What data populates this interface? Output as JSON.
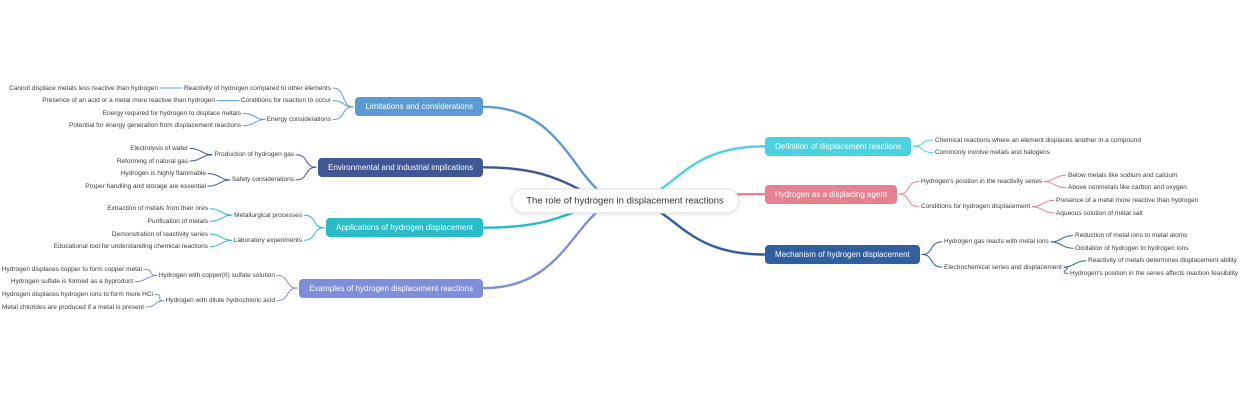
{
  "root": {
    "label": "The role of hydrogen in displacement reactions"
  },
  "canvas": {
    "background": "#ffffff",
    "central_fill": "#ffffff",
    "central_border": "#e2e2e6",
    "text_color": "#3c3c3c"
  },
  "branches": [
    {
      "id": "limitations",
      "side": "left",
      "label": "Limitations and considerations",
      "color": "#5b9bd5",
      "children": [
        {
          "label": "Reactivity of hydrogen compared to other elements",
          "leaves": [
            "Cannot displace metals less reactive than hydrogen"
          ]
        },
        {
          "label": "Conditions for reaction to occur",
          "leaves": [
            "Presence of an acid or a metal more reactive than hydrogen"
          ]
        },
        {
          "label": "Energy considerations",
          "leaves": [
            "Energy required for hydrogen to displace metals",
            "Potential for energy generation from displacement reactions"
          ]
        }
      ]
    },
    {
      "id": "environmental",
      "side": "left",
      "label": "Environmental and industrial implications",
      "color": "#3f5793",
      "children": [
        {
          "label": "Production of hydrogen gas",
          "leaves": [
            "Electrolysis of water",
            "Reforming of natural gas"
          ]
        },
        {
          "label": "Safety considerations",
          "leaves": [
            "Hydrogen is highly flammable",
            "Proper handling and storage are essential"
          ]
        }
      ]
    },
    {
      "id": "applications",
      "side": "left",
      "label": "Applications of hydrogen displacement",
      "color": "#29bcc8",
      "children": [
        {
          "label": "Metallurgical processes",
          "leaves": [
            "Extraction of metals from their ores",
            "Purification of metals"
          ]
        },
        {
          "label": "Laboratory experiments",
          "leaves": [
            "Demonstration of reactivity series",
            "Educational tool for understanding chemical reactions"
          ]
        }
      ]
    },
    {
      "id": "examples",
      "side": "left",
      "label": "Examples of hydrogen displacement reactions",
      "color": "#7e8ed9",
      "children": [
        {
          "label": "Hydrogen with copper(II) sulfate solution",
          "leaves": [
            "Hydrogen displaces copper to form copper metal",
            "Hydrogen sulfate is formed as a byproduct"
          ]
        },
        {
          "label": "Hydrogen with dilute hydrochloric acid",
          "leaves": [
            "Hydrogen displaces hydrogen ions to form more HCl",
            "Metal chlorides are produced if a metal is present"
          ]
        }
      ]
    },
    {
      "id": "definition",
      "side": "right",
      "label": "Definition of displacement reactions",
      "color": "#4ad2e2",
      "children": [
        {
          "label": "Chemical reactions where an element displaces another in a compound",
          "leaves": []
        },
        {
          "label": "Commonly involve metals and halogens",
          "leaves": []
        }
      ]
    },
    {
      "id": "displacing-agent",
      "side": "right",
      "label": "Hydrogen as a displacing agent",
      "color": "#e8808f",
      "children": [
        {
          "label": "Hydrogen's position in the reactivity series",
          "leaves": [
            "Below metals like sodium and calcium",
            "Above nonmetals like carbon and oxygen"
          ]
        },
        {
          "label": "Conditions for hydrogen displacement",
          "leaves": [
            "Presence of a metal more reactive than hydrogen",
            "Aqueous solution of metal salt"
          ]
        }
      ]
    },
    {
      "id": "mechanism",
      "side": "right",
      "label": "Mechanism of hydrogen displacement",
      "color": "#2f5f9e",
      "children": [
        {
          "label": "Hydrogen gas reacts with metal ions",
          "leaves": [
            "Reduction of metal ions to metal atoms",
            "Oxidation of hydrogen to hydrogen ions"
          ]
        },
        {
          "label": "Electrochemical series and displacement",
          "leaves": [
            "Reactivity of metals determines displacement ability",
            "Hydrogen's position in the series affects reaction feasibility"
          ]
        }
      ]
    }
  ]
}
